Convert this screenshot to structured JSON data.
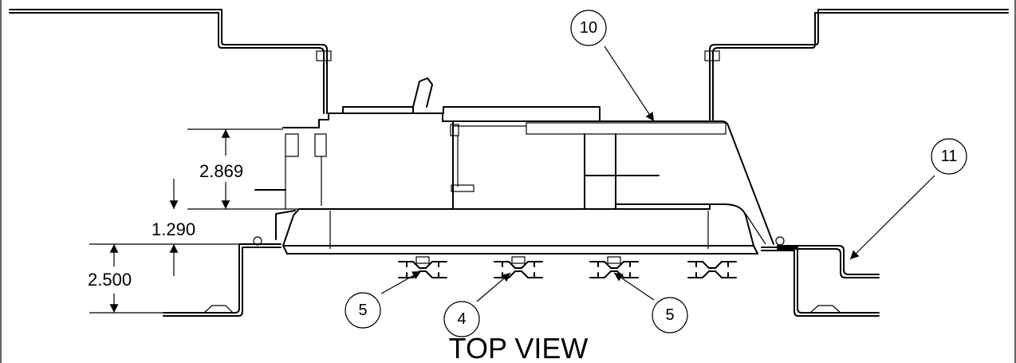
{
  "view_title": "TOP VIEW",
  "dimensions": [
    {
      "id": "dim-2869",
      "label": "2.869"
    },
    {
      "id": "dim-1290",
      "label": "1.290"
    },
    {
      "id": "dim-2500",
      "label": "2.500"
    }
  ],
  "balloons": [
    {
      "id": "balloon-10",
      "label": "10"
    },
    {
      "id": "balloon-11",
      "label": "11"
    },
    {
      "id": "balloon-5-left",
      "label": "5"
    },
    {
      "id": "balloon-4",
      "label": "4"
    },
    {
      "id": "balloon-5-right",
      "label": "5"
    }
  ]
}
